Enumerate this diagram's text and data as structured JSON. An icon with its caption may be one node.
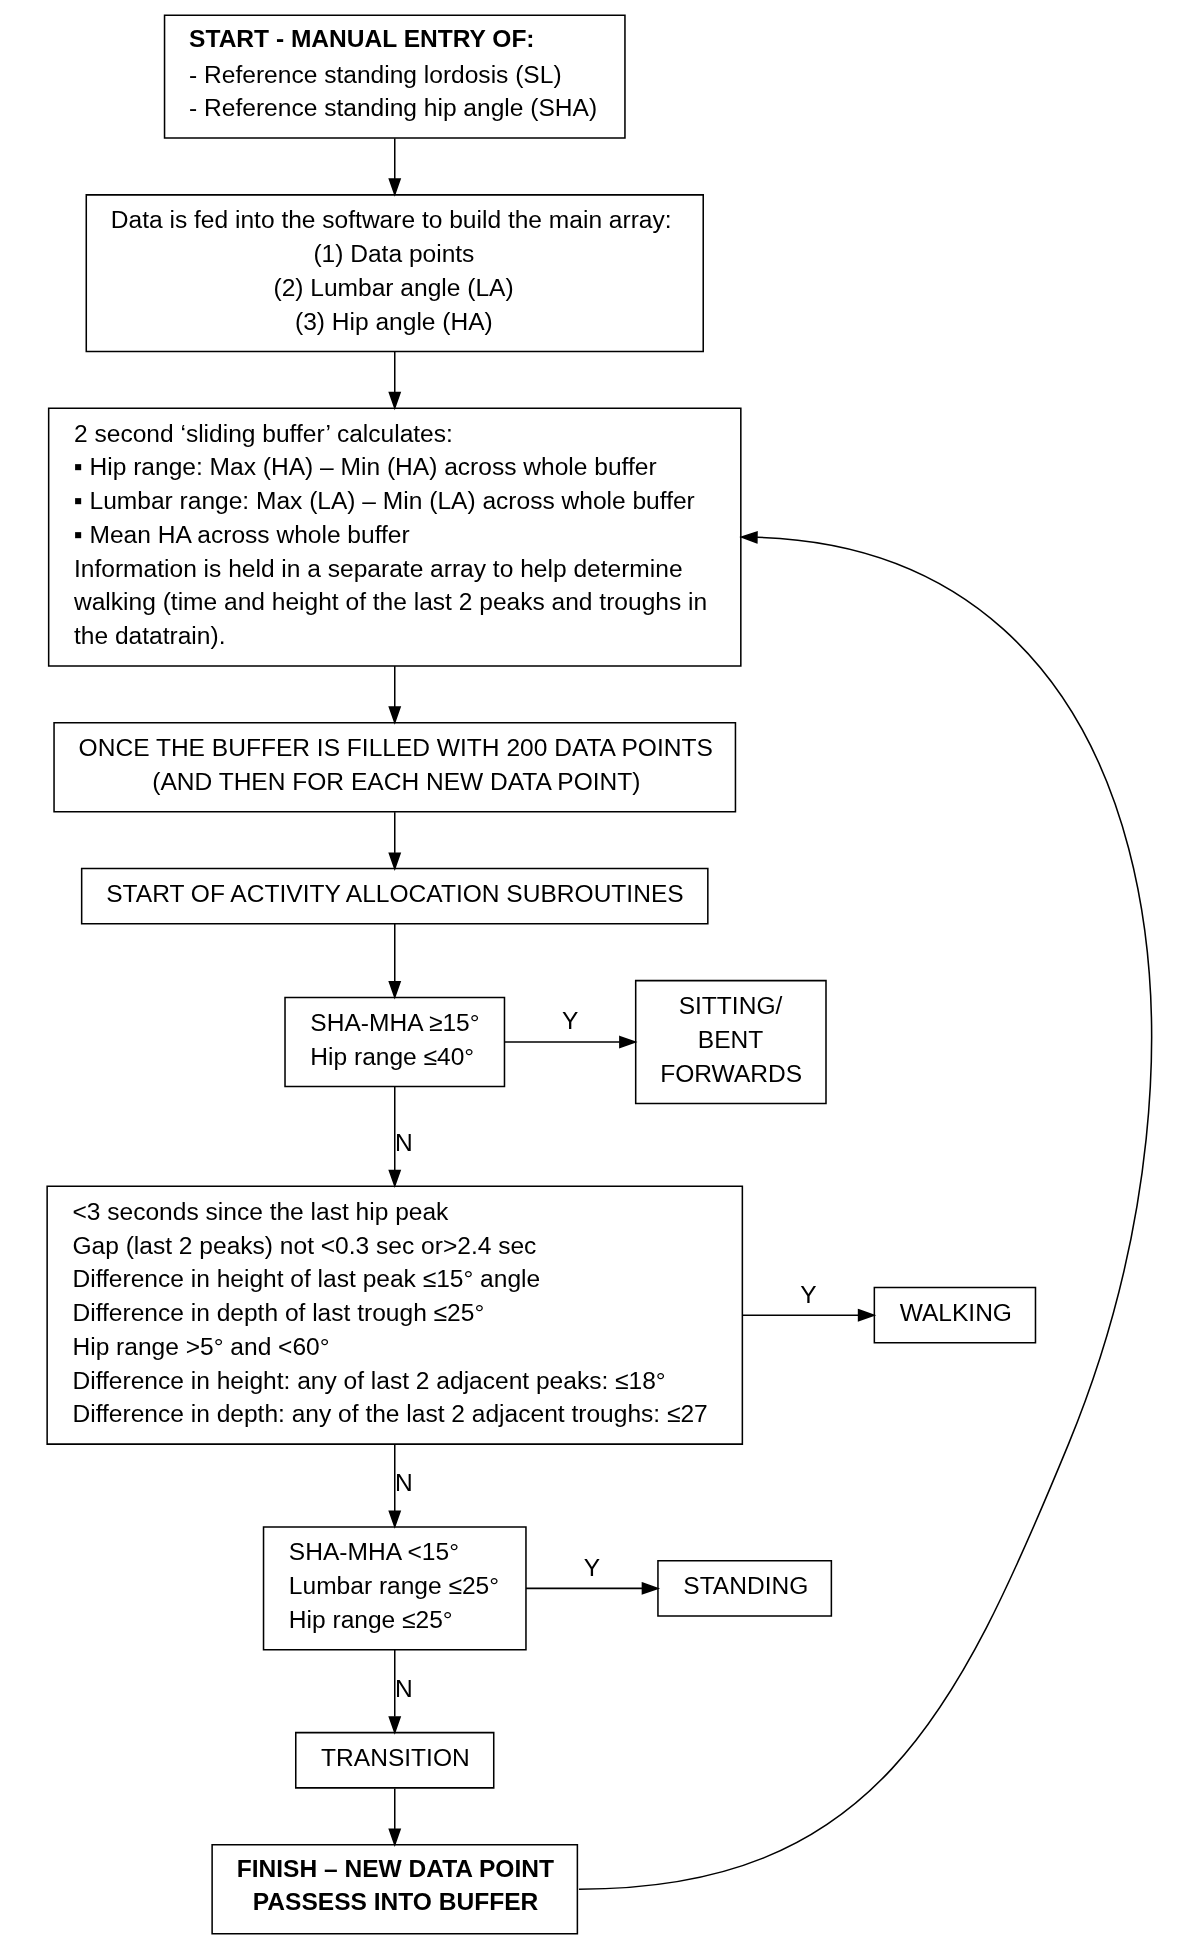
{
  "diagram": {
    "nodes": [
      {
        "text": [
          "START - MANUAL ENTRY OF:",
          "- Reference standing lordosis (SL)",
          "- Reference standing hip angle (SHA)"
        ]
      },
      {
        "text": [
          "Data is fed into the software to build the main array:",
          "(1) Data points",
          "(2) Lumbar angle (LA)",
          "(3) Hip angle (HA)"
        ]
      },
      {
        "text": [
          "2 second ‘sliding buffer’ calculates:",
          "▪ Hip range: Max (HA) – Min (HA) across whole buffer",
          "▪ Lumbar range: Max (LA) – Min (LA) across whole buffer",
          "▪ Mean HA across whole buffer",
          "Information is held in a separate array to help determine walking (time and height of the last 2 peaks and troughs in the datatrain)."
        ]
      },
      {
        "text": [
          "ONCE THE BUFFER IS FILLED WITH 200 DATA POINTS (AND THEN FOR EACH NEW DATA POINT)"
        ]
      },
      {
        "text": [
          "START OF ACTIVITY ALLOCATION SUBROUTINES"
        ]
      },
      {
        "text": [
          "SHA-MHA ≥15°",
          "Hip range ≤40°"
        ]
      },
      {
        "text": [
          "SITTING/ BENT FORWARDS"
        ]
      },
      {
        "text": [
          "<3 seconds since the last hip peak",
          "Gap (last 2 peaks) not <0.3 sec or>2.4 sec",
          "Difference in height of last peak ≤15° angle",
          "Difference in depth of last trough ≤25°",
          "Hip range >5° and <60°",
          "Difference in height: any of last 2 adjacent peaks: ≤18°",
          "Difference in depth: any of the last 2 adjacent troughs: ≤27"
        ]
      },
      {
        "text": [
          "WALKING"
        ]
      },
      {
        "text": [
          "SHA-MHA <15°",
          "Lumbar range ≤25°",
          "Hip range ≤25°"
        ]
      },
      {
        "text": [
          "STANDING"
        ]
      },
      {
        "text": [
          "TRANSITION"
        ]
      },
      {
        "text": [
          "FINISH – NEW DATA POINT PASSESS INTO BUFFER"
        ]
      }
    ],
    "edges": [
      {
        "from": 0,
        "to": 1,
        "arrow": "to"
      },
      {
        "from": 1,
        "to": 2,
        "arrow": "to"
      },
      {
        "from": 2,
        "to": 3,
        "arrow": "to"
      },
      {
        "from": 3,
        "to": 4,
        "arrow": "to"
      },
      {
        "from": 4,
        "to": 5,
        "arrow": "to"
      },
      {
        "from": 5,
        "to": 6,
        "arrow": "to",
        "label": "Y"
      },
      {
        "from": 5,
        "to": 7,
        "arrow": "to",
        "label": "N"
      },
      {
        "from": 7,
        "to": 8,
        "arrow": "to",
        "label": "Y"
      },
      {
        "from": 7,
        "to": 9,
        "arrow": "to",
        "label": "N"
      },
      {
        "from": 9,
        "to": 10,
        "arrow": "to",
        "label": "Y"
      },
      {
        "from": 9,
        "to": 11,
        "arrow": "to",
        "label": "N"
      },
      {
        "from": 11,
        "to": 12,
        "arrow": "to"
      },
      {
        "from": 12,
        "to": 2,
        "arrow": "to"
      }
    ]
  }
}
